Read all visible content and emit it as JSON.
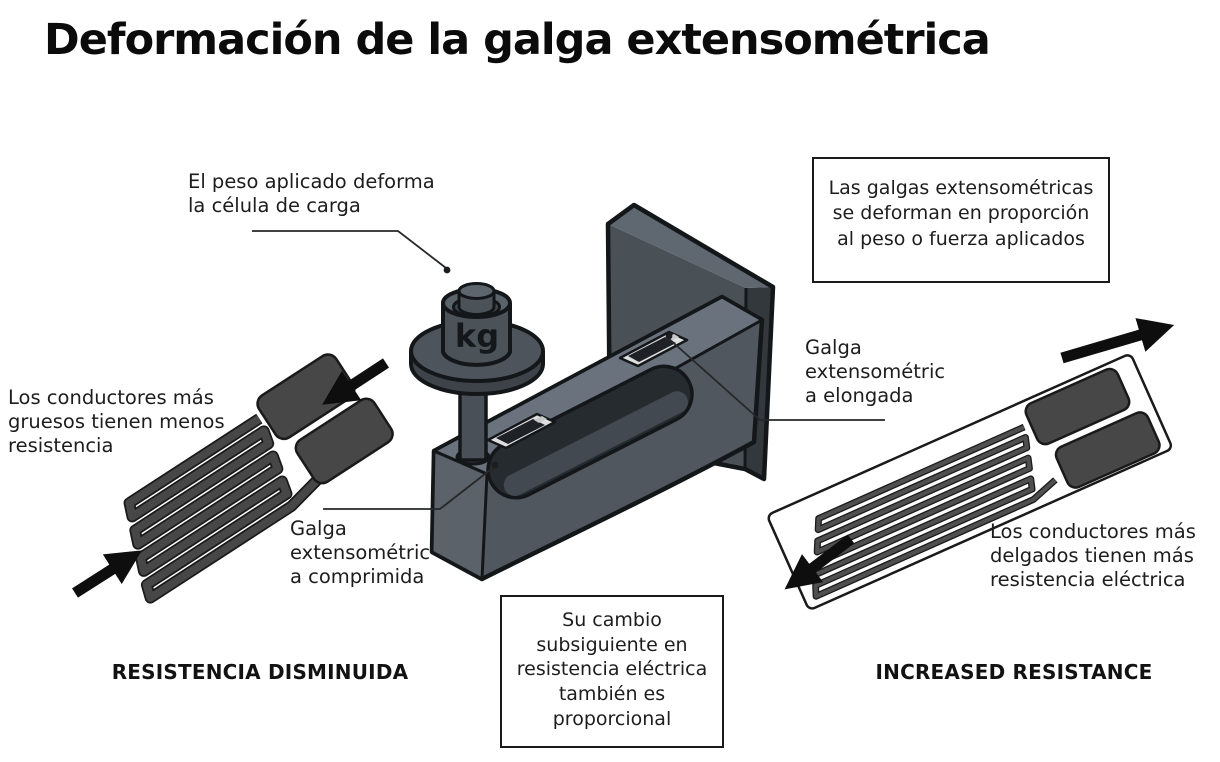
{
  "title": "Deformación de la galga extensométrica",
  "callouts": {
    "applied_weight": "El peso aplicado deforma\nla célula de carga",
    "compressed_gauge": "Galga\nextensométric\na comprimida",
    "elongated_gauge": "Galga\nextensométric\na elongada"
  },
  "side_notes": {
    "thick_conductors": "Los conductores más\ngruesos tienen menos\nresistencia",
    "thin_conductors": "Los conductores más\ndelgados tienen más\nresistencia eléctrica"
  },
  "info_boxes": {
    "proportional_deformation": "Las galgas extensométricas\nse deforman en proporción\nal peso o fuerza aplicados",
    "proportional_resistance": "Su cambio\nsubsiguiente en\nresistencia eléctrica\ntambién es\nproporcional"
  },
  "captions": {
    "decreased_resistance": "RESISTENCIA DISMINUIDA",
    "increased_resistance": "INCREASED RESISTANCE"
  },
  "model": {
    "weight_unit": "kg"
  },
  "colors": {
    "ink": "#0b0b0b",
    "outline": "#14171a",
    "metal_top": "#6a737d",
    "metal_front": "#50575e",
    "metal_side": "#5b6269",
    "plate_front": "#495056",
    "plate_top": "#5f6870",
    "plate_side": "#33383d",
    "slot_interior": "#262b2f",
    "gauge": "#474747",
    "arrow": "#0e0e0e",
    "leader": "#26282a",
    "background": "#ffffff"
  }
}
